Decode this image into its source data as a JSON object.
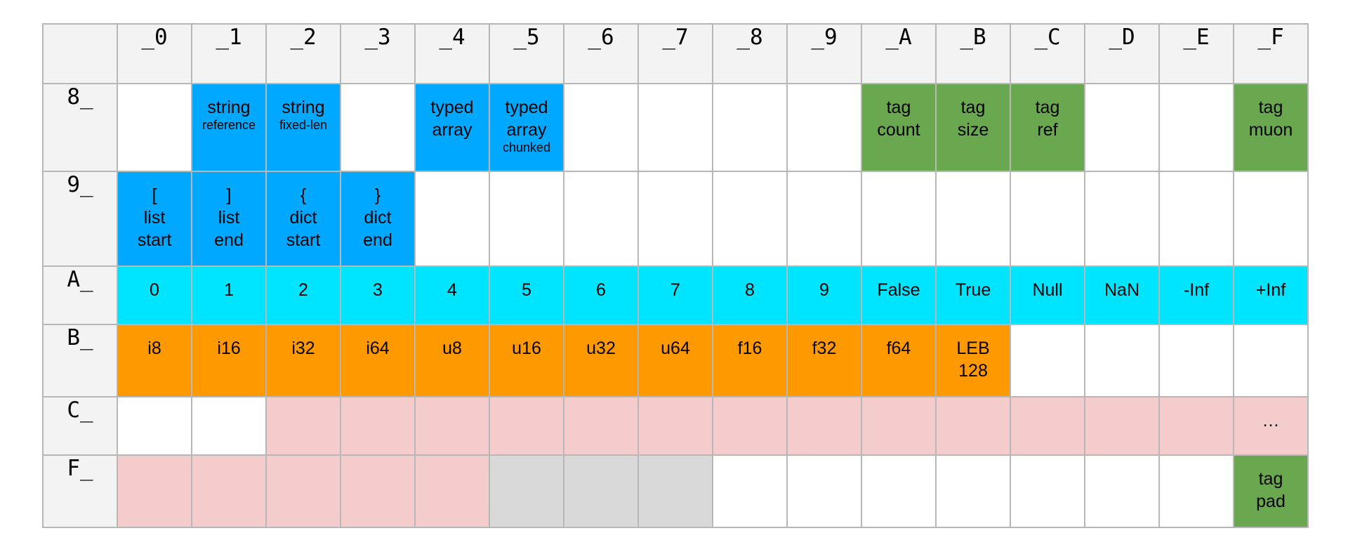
{
  "colors": {
    "header_bg": "#f3f3f3",
    "blue": "#00a9ff",
    "cyan": "#00e5ff",
    "orange": "#ff9900",
    "green": "#6aa84f",
    "pink": "#f4cccc",
    "gray": "#d9d9d9",
    "empty": "#ffffff",
    "grid_line": "#b7b7b7"
  },
  "column_headers": [
    "_0",
    "_1",
    "_2",
    "_3",
    "_4",
    "_5",
    "_6",
    "_7",
    "_8",
    "_9",
    "_A",
    "_B",
    "_C",
    "_D",
    "_E",
    "_F"
  ],
  "rows": [
    {
      "label": "8_",
      "cells": [
        {
          "color": "empty"
        },
        {
          "color": "blue",
          "lines": [
            "string"
          ],
          "sub": "reference"
        },
        {
          "color": "blue",
          "lines": [
            "string"
          ],
          "sub": "fixed-len"
        },
        {
          "color": "empty"
        },
        {
          "color": "blue",
          "lines": [
            "typed",
            "array"
          ]
        },
        {
          "color": "blue",
          "lines": [
            "typed",
            "array"
          ],
          "sub": "chunked"
        },
        {
          "color": "empty"
        },
        {
          "color": "empty"
        },
        {
          "color": "empty"
        },
        {
          "color": "empty"
        },
        {
          "color": "green",
          "lines": [
            "tag",
            "count"
          ]
        },
        {
          "color": "green",
          "lines": [
            "tag",
            "size"
          ]
        },
        {
          "color": "green",
          "lines": [
            "tag",
            "ref"
          ]
        },
        {
          "color": "empty"
        },
        {
          "color": "empty"
        },
        {
          "color": "green",
          "lines": [
            "tag",
            "muon"
          ]
        }
      ]
    },
    {
      "label": "9_",
      "cells": [
        {
          "color": "blue",
          "lines": [
            "[",
            "list",
            "start"
          ]
        },
        {
          "color": "blue",
          "lines": [
            "]",
            "list",
            "end"
          ]
        },
        {
          "color": "blue",
          "lines": [
            "{",
            "dict",
            "start"
          ]
        },
        {
          "color": "blue",
          "lines": [
            "}",
            "dict",
            "end"
          ]
        },
        {
          "color": "empty"
        },
        {
          "color": "empty"
        },
        {
          "color": "empty"
        },
        {
          "color": "empty"
        },
        {
          "color": "empty"
        },
        {
          "color": "empty"
        },
        {
          "color": "empty"
        },
        {
          "color": "empty"
        },
        {
          "color": "empty"
        },
        {
          "color": "empty"
        },
        {
          "color": "empty"
        },
        {
          "color": "empty"
        }
      ]
    },
    {
      "label": "A_",
      "cells": [
        {
          "color": "cyan",
          "lines": [
            "0"
          ]
        },
        {
          "color": "cyan",
          "lines": [
            "1"
          ]
        },
        {
          "color": "cyan",
          "lines": [
            "2"
          ]
        },
        {
          "color": "cyan",
          "lines": [
            "3"
          ]
        },
        {
          "color": "cyan",
          "lines": [
            "4"
          ]
        },
        {
          "color": "cyan",
          "lines": [
            "5"
          ]
        },
        {
          "color": "cyan",
          "lines": [
            "6"
          ]
        },
        {
          "color": "cyan",
          "lines": [
            "7"
          ]
        },
        {
          "color": "cyan",
          "lines": [
            "8"
          ]
        },
        {
          "color": "cyan",
          "lines": [
            "9"
          ]
        },
        {
          "color": "cyan",
          "lines": [
            "False"
          ]
        },
        {
          "color": "cyan",
          "lines": [
            "True"
          ]
        },
        {
          "color": "cyan",
          "lines": [
            "Null"
          ]
        },
        {
          "color": "cyan",
          "lines": [
            "NaN"
          ]
        },
        {
          "color": "cyan",
          "lines": [
            "-Inf"
          ]
        },
        {
          "color": "cyan",
          "lines": [
            "+Inf"
          ]
        }
      ]
    },
    {
      "label": "B_",
      "cells": [
        {
          "color": "orange",
          "lines": [
            "i8"
          ]
        },
        {
          "color": "orange",
          "lines": [
            "i16"
          ]
        },
        {
          "color": "orange",
          "lines": [
            "i32"
          ]
        },
        {
          "color": "orange",
          "lines": [
            "i64"
          ]
        },
        {
          "color": "orange",
          "lines": [
            "u8"
          ]
        },
        {
          "color": "orange",
          "lines": [
            "u16"
          ]
        },
        {
          "color": "orange",
          "lines": [
            "u32"
          ]
        },
        {
          "color": "orange",
          "lines": [
            "u64"
          ]
        },
        {
          "color": "orange",
          "lines": [
            "f16"
          ]
        },
        {
          "color": "orange",
          "lines": [
            "f32"
          ]
        },
        {
          "color": "orange",
          "lines": [
            "f64"
          ]
        },
        {
          "color": "orange",
          "lines": [
            "LEB",
            "128"
          ]
        },
        {
          "color": "empty"
        },
        {
          "color": "empty"
        },
        {
          "color": "empty"
        },
        {
          "color": "empty"
        }
      ]
    },
    {
      "label": "C_",
      "cells": [
        {
          "color": "empty"
        },
        {
          "color": "empty"
        },
        {
          "color": "pink"
        },
        {
          "color": "pink"
        },
        {
          "color": "pink"
        },
        {
          "color": "pink"
        },
        {
          "color": "pink"
        },
        {
          "color": "pink"
        },
        {
          "color": "pink"
        },
        {
          "color": "pink"
        },
        {
          "color": "pink"
        },
        {
          "color": "pink"
        },
        {
          "color": "pink"
        },
        {
          "color": "pink"
        },
        {
          "color": "pink"
        },
        {
          "color": "pink",
          "lines": [
            "…"
          ]
        }
      ]
    },
    {
      "label": "F_",
      "cells": [
        {
          "color": "pink"
        },
        {
          "color": "pink"
        },
        {
          "color": "pink"
        },
        {
          "color": "pink"
        },
        {
          "color": "pink"
        },
        {
          "color": "gray"
        },
        {
          "color": "gray"
        },
        {
          "color": "gray"
        },
        {
          "color": "empty"
        },
        {
          "color": "empty"
        },
        {
          "color": "empty"
        },
        {
          "color": "empty"
        },
        {
          "color": "empty"
        },
        {
          "color": "empty"
        },
        {
          "color": "empty"
        },
        {
          "color": "green",
          "lines": [
            "tag",
            "pad"
          ]
        }
      ]
    }
  ]
}
